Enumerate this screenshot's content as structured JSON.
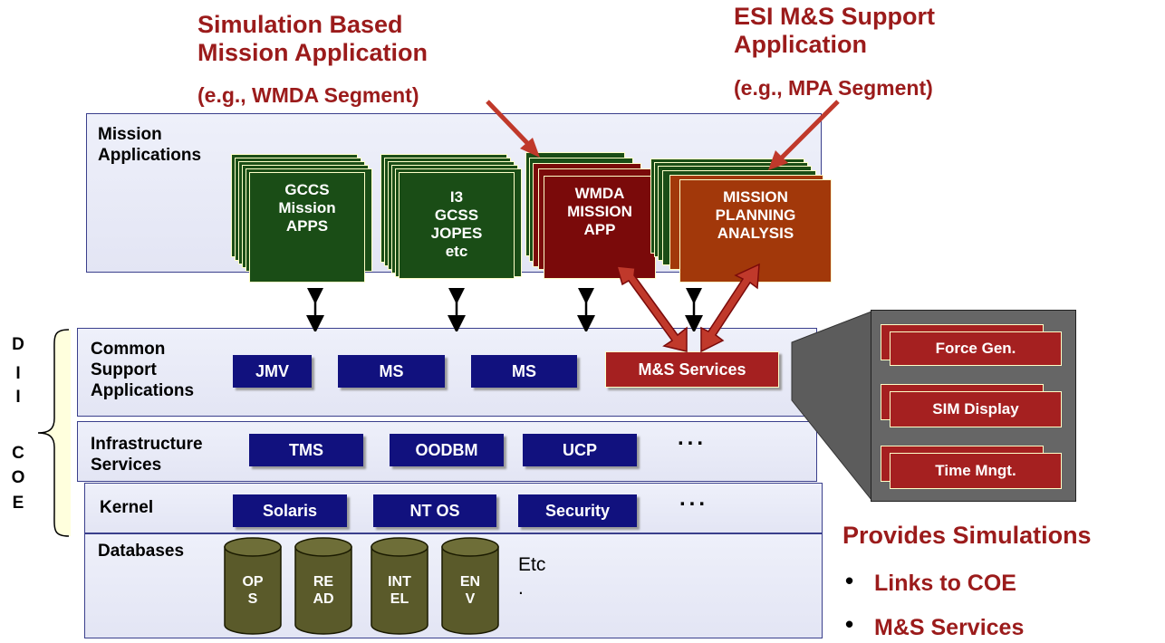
{
  "headings": {
    "sim_title": "Simulation Based\nMission Application",
    "sim_sub": "(e.g., WMDA Segment)",
    "esi_title": "ESI M&S Support\nApplication",
    "esi_sub": "(e.g., MPA Segment)"
  },
  "layers": {
    "mission": "Mission\nApplications",
    "common": "Common\nSupport\nApplications",
    "infra": "Infrastructure\nServices",
    "kernel": "Kernel",
    "databases": "Databases"
  },
  "mission_apps": {
    "gccs": "GCCS\nMission\nAPPS",
    "i3": "I3\nGCSS\nJOPES\netc",
    "wmda": "WMDA\nMISSION\nAPP",
    "mpa": "MISSION\nPLANNING\nANALYSIS"
  },
  "common_boxes": [
    "JMV",
    "MS",
    "MS"
  ],
  "ms_services": "M&S Services",
  "infra_boxes": [
    "TMS",
    "OODBM",
    "UCP"
  ],
  "kernel_boxes": [
    "Solaris",
    "NT OS",
    "Security"
  ],
  "ellipsis": "...",
  "databases": [
    "OP\nS",
    "RE\nAD",
    "INT\nEL",
    "EN\nV"
  ],
  "db_etc": "Etc\n.",
  "dii": [
    "D",
    "I",
    "I"
  ],
  "coe": [
    "C",
    "O",
    "E"
  ],
  "services_panel": [
    "Force Gen.",
    "SIM Display",
    "Time Mngt."
  ],
  "provides": {
    "title": "Provides Simulations",
    "bullets": [
      "Links to COE",
      "M&S Services"
    ]
  },
  "colors": {
    "navy": "#11117e",
    "dark_green": "#1a4d16",
    "maroon": "#7a0a0a",
    "rust": "#a2380a",
    "brick": "#a52020",
    "olive": "#5a5a2a",
    "panel_gray": "#666666",
    "heading_red": "#9b1b1b"
  }
}
